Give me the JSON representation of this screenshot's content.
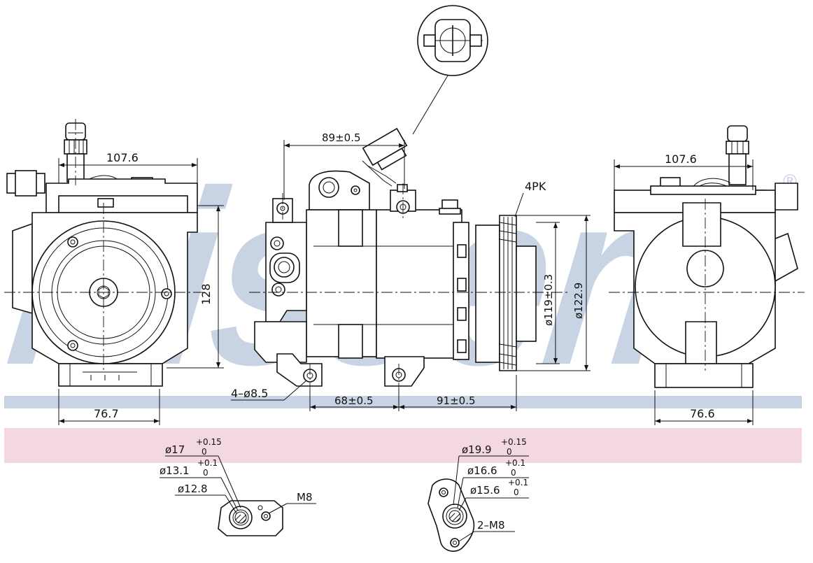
{
  "brand": {
    "watermark_text": "Nissens",
    "registered_mark": "®",
    "watermark_color": "#c8d3e4",
    "band_top_color": "#c8d3e4",
    "band_bottom_color": "#f3d9df"
  },
  "views": {
    "left": {
      "width_label": "107.6",
      "height_label": "128",
      "base_label": "76.7"
    },
    "center": {
      "mount_distance_label": "89±0.5",
      "belt_label": "4PK",
      "pulley_inner_label": "ø119±0.3",
      "pulley_outer_label": "ø122.9",
      "holes_label": "4–ø8.5",
      "bottom_left_label": "68±0.5",
      "bottom_right_label": "91±0.5"
    },
    "right": {
      "width_label": "107.6",
      "base_label": "76.6"
    }
  },
  "details": {
    "left_port": {
      "d1": "ø17",
      "d1_tol_plus": "+0.15",
      "d1_tol_minus": "0",
      "d2": "ø13.1",
      "d2_tol_plus": "+0.1",
      "d2_tol_minus": "0",
      "d3": "ø12.8",
      "thread": "M8"
    },
    "right_port": {
      "d1": "ø19.9",
      "d1_tol_plus": "+0.15",
      "d1_tol_minus": "0",
      "d2": "ø16.6",
      "d2_tol_plus": "+0.1",
      "d2_tol_minus": "0",
      "d3": "ø15.6",
      "d3_tol_plus": "+0.1",
      "d3_tol_minus": "0",
      "thread": "2–M8"
    }
  }
}
